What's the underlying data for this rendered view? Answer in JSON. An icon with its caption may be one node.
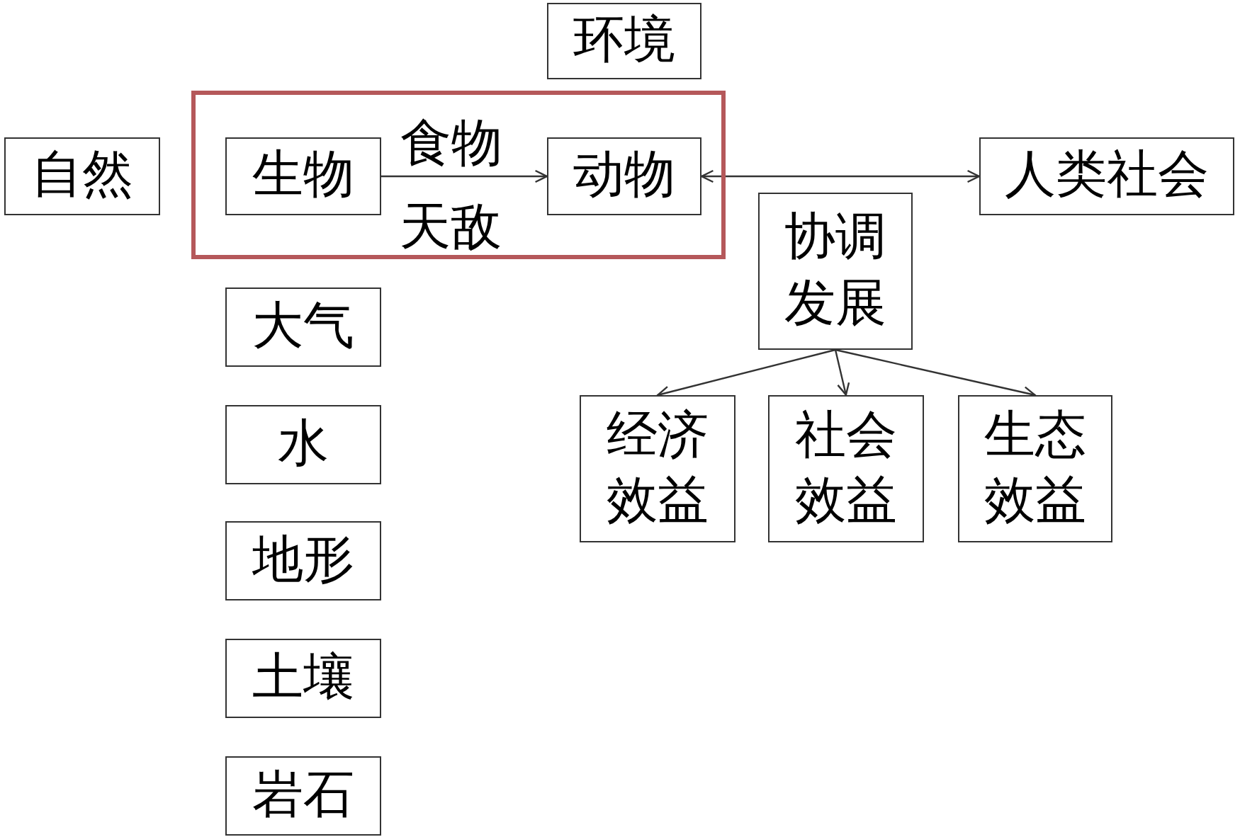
{
  "diagram": {
    "nodes": [
      {
        "text": [
          "环境"
        ]
      },
      {
        "text": [
          "自然"
        ]
      },
      {
        "text": [],
        "shape": "box"
      },
      {
        "text": [
          "生物"
        ],
        "in": 2
      },
      {
        "text": [
          "动物"
        ],
        "in": 2
      },
      {
        "text": [
          "人类社会"
        ]
      },
      {
        "text": [
          "协调发展"
        ]
      },
      {
        "text": [
          "大气"
        ]
      },
      {
        "text": [
          "水"
        ]
      },
      {
        "text": [
          "地形"
        ]
      },
      {
        "text": [
          "土壤"
        ]
      },
      {
        "text": [
          "岩石"
        ]
      },
      {
        "text": [
          "经济效益"
        ]
      },
      {
        "text": [
          "社会效益"
        ]
      },
      {
        "text": [
          "生态效益"
        ]
      }
    ],
    "edges": [
      {
        "from": 3,
        "to": 4,
        "arrow": "to",
        "label": "食物"
      },
      {
        "from": 4,
        "to": 5,
        "arrow": "both"
      },
      {
        "from": 6,
        "to": 12,
        "arrow": "to"
      },
      {
        "from": 6,
        "to": 13,
        "arrow": "to"
      },
      {
        "from": 6,
        "to": 14,
        "arrow": "to"
      }
    ],
    "labels": [
      "天敌"
    ]
  }
}
